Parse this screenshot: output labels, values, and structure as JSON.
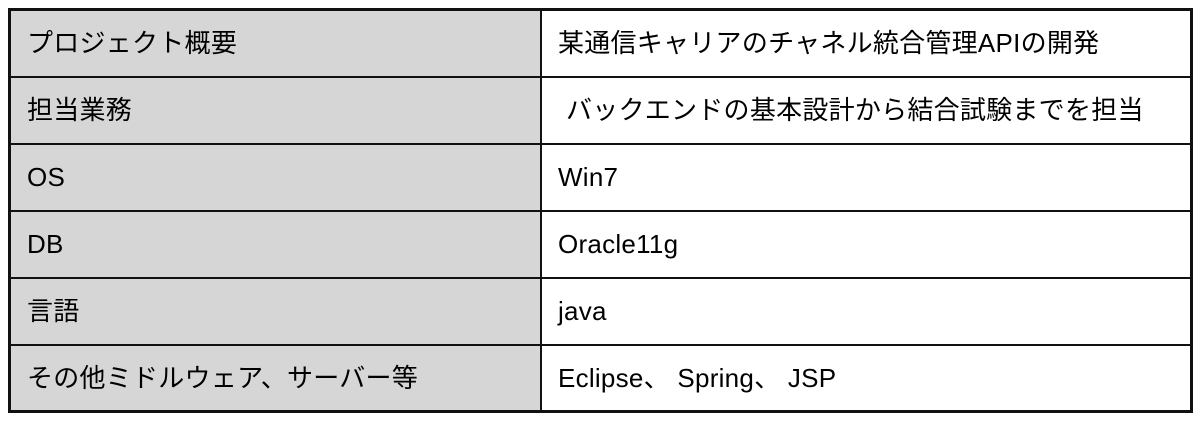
{
  "document": {
    "type": "project-spec-table",
    "background_color": "#ffffff",
    "label_column_color": "#d6d6d6",
    "value_column_color": "#ffffff",
    "border_color": "#111111"
  },
  "table": {
    "rows": [
      {
        "label": "プロジェクト概要",
        "value": "某通信キャリアのチャネル統合管理APIの開発",
        "indented": false
      },
      {
        "label": "担当業務",
        "value": "バックエンドの基本設計から結合試験までを担当",
        "indented": true
      },
      {
        "label": "OS",
        "value": "Win7",
        "indented": false
      },
      {
        "label": "DB",
        "value": "Oracle11g",
        "indented": false
      },
      {
        "label": "言語",
        "value": "java",
        "indented": false
      },
      {
        "label": "その他ミドルウェア、サーバー等",
        "value": "Eclipse、 Spring、 JSP",
        "indented": false
      }
    ]
  }
}
